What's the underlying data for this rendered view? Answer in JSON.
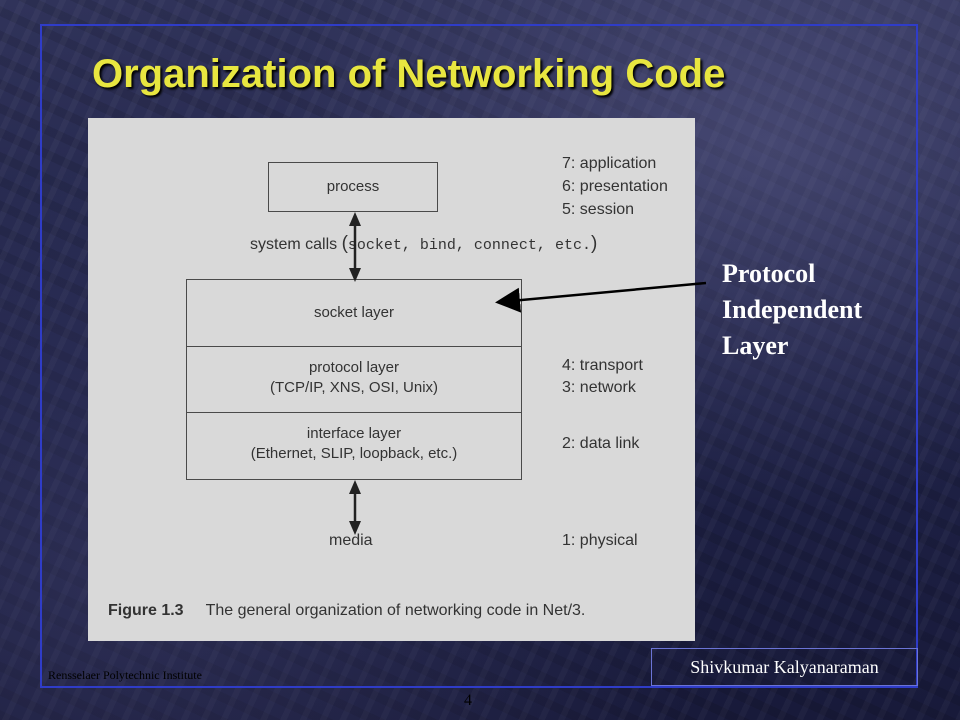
{
  "slide": {
    "title": "Organization of Networking Code",
    "side_label": [
      "Protocol",
      "Independent",
      "Layer"
    ],
    "footer_left": "Rensselaer Polytechnic Institute",
    "footer_right": "Shivkumar Kalyanaraman",
    "page_number": "4"
  },
  "figure": {
    "process_box": "process",
    "socket_box": "socket layer",
    "protocol_box": [
      "protocol layer",
      "(TCP/IP, XNS, OSI, Unix)"
    ],
    "interface_box": [
      "interface layer",
      "(Ethernet, SLIP, loopback, etc.)"
    ],
    "syscalls_label": "system calls",
    "syscalls_detail": [
      "(",
      "socket, bind, connect, etc.",
      ")"
    ],
    "media_label": "media",
    "osi_top": [
      "7: application",
      "6: presentation",
      "5: session"
    ],
    "osi_mid": [
      "4: transport",
      "3: network"
    ],
    "osi_datalink": "2: data link",
    "osi_physical": "1: physical",
    "caption_number": "Figure 1.3",
    "caption_text": "The general organization of networking code in Net/3."
  },
  "colors": {
    "title": "#e8e640",
    "frame": "#2f3cc8",
    "figure_background": "#d9d9d9"
  }
}
